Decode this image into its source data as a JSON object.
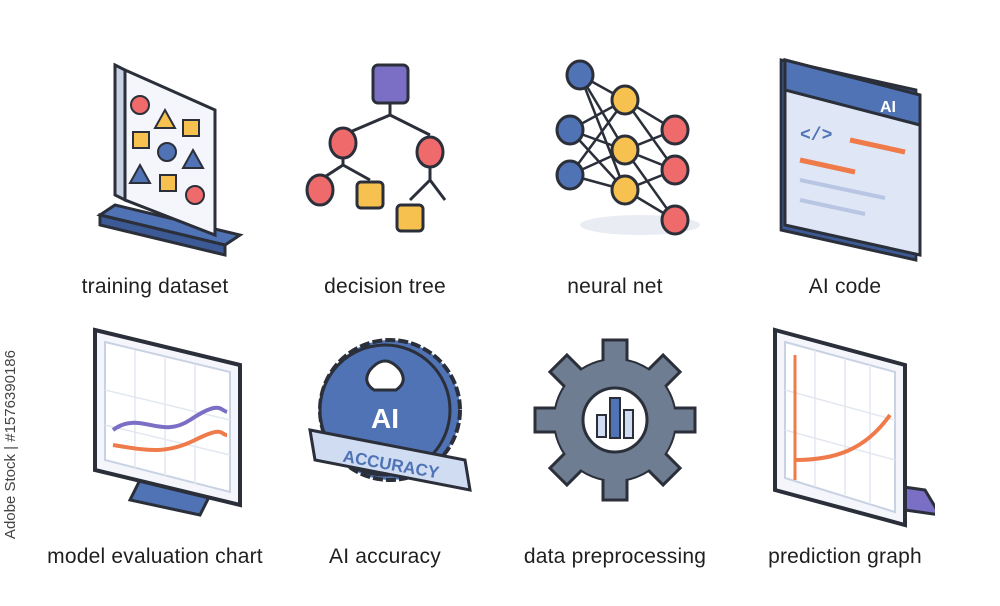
{
  "icons": [
    {
      "label": "training dataset",
      "icon": "training-dataset-icon"
    },
    {
      "label": "decision tree",
      "icon": "decision-tree-icon"
    },
    {
      "label": "neural net",
      "icon": "neural-net-icon"
    },
    {
      "label": "AI code",
      "icon": "ai-code-icon",
      "window_badge": "AI",
      "code_glyph": "</>"
    },
    {
      "label": "model evaluation chart",
      "icon": "monitor-chart-icon"
    },
    {
      "label": "AI accuracy",
      "icon": "ai-accuracy-badge-icon",
      "badge_top": "AI",
      "badge_ribbon": "ACCURACY"
    },
    {
      "label": "data preprocessing",
      "icon": "gear-chart-icon"
    },
    {
      "label": "prediction graph",
      "icon": "prediction-graph-icon"
    }
  ],
  "watermark": "Adobe Stock | #1576390186",
  "colors": {
    "outline": "#2b2f3a",
    "blue": "#4f73b5",
    "lightblue": "#cfdcf2",
    "purple": "#7a6fc4",
    "red": "#ef6b6b",
    "yellow": "#f6c14e",
    "orange": "#ef7b4b",
    "gray": "#6f7d92"
  }
}
